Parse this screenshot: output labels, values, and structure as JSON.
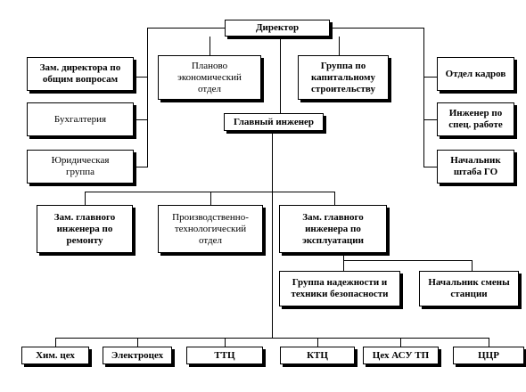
{
  "director": "Директор",
  "deputy_general": "Зам. директора по\nобщим вопросам",
  "accounting": "Бухгалтерия",
  "legal": "Юридическая\nгруппа",
  "planning": "Планово\nэкономический\nотдел",
  "construction": "Группа по\nкапитальному\nстроительству",
  "hr": "Отдел кадров",
  "special_engineer": "Инженер по\nспец. работе",
  "civil_defense": "Начальник\nштаба ГО",
  "chief_engineer": "Главный инженер",
  "deputy_repair": "Зам. главного\nинженера по\nремонту",
  "production_dept": "Производственно-\nтехнологический\nотдел",
  "deputy_operation": "Зам. главного\nинженера по\nэксплуатации",
  "reliability": "Группа надежности и\nтехники безопасности",
  "shift_head": "Начальник смены\nстанции",
  "chem": "Хим. цех",
  "electro": "Электроцех",
  "ttc": "ТТЦ",
  "ktc": "КТЦ",
  "asu": "Цех АСУ ТП",
  "ccr": "ЦЦР"
}
